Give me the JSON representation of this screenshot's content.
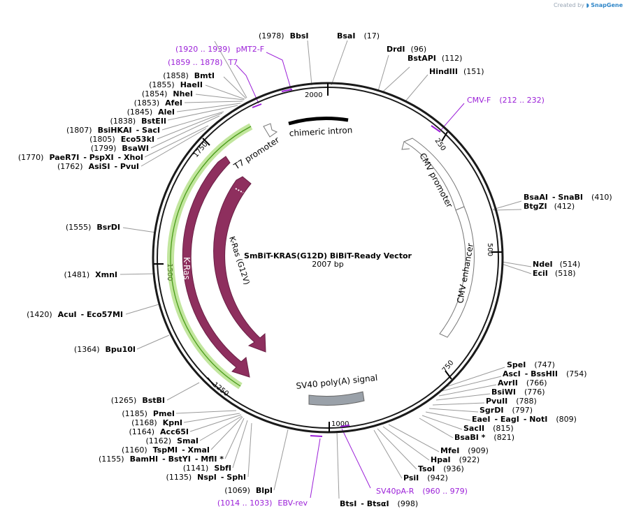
{
  "watermark": {
    "prefix": "Created by",
    "brand": "SnapGene"
  },
  "plasmid": {
    "name": "SmBiT-KRAS(G12D) BiBiT-Ready Vector",
    "length_text": "2007 bp",
    "length": 2007
  },
  "colors": {
    "backbone": "#1a1a1a",
    "kras_feature": "#8e2f5e",
    "k_ras_g12v": "#8e2f5e",
    "highlight": "#8fd14f",
    "primer": "#9b1fd8",
    "polyA": "#9aa1a9",
    "intron": "#000000"
  },
  "ticks": [
    "250",
    "500",
    "750",
    "1000",
    "1250",
    "1500",
    "1750",
    "2000"
  ],
  "features": [
    {
      "label": "chimeric intron",
      "type": "intron"
    },
    {
      "label": "T7 promoter",
      "type": "promoter"
    },
    {
      "label": "CMV promoter",
      "type": "promoter"
    },
    {
      "label": "CMV enhancer",
      "type": "enhancer"
    },
    {
      "label": "SV40 poly(A) signal",
      "type": "polyA_signal"
    },
    {
      "label": "K-Ras",
      "type": "CDS"
    },
    {
      "label": "K-Ras (G12V)",
      "type": "CDS"
    }
  ],
  "enzymes_left": [
    {
      "pos": "(1978)",
      "name": "BbsI"
    },
    {
      "pos": "(1858)",
      "name": "BmtI"
    },
    {
      "pos": "(1855)",
      "name": "HaeII"
    },
    {
      "pos": "(1854)",
      "name": "NheI"
    },
    {
      "pos": "(1853)",
      "name": "AfeI"
    },
    {
      "pos": "(1845)",
      "name": "AleI"
    },
    {
      "pos": "(1838)",
      "name": "BstEII"
    },
    {
      "pos": "(1807)",
      "name": "BsiHKAI",
      "extra": "SacI"
    },
    {
      "pos": "(1805)",
      "name": "Eco53kI"
    },
    {
      "pos": "(1799)",
      "name": "BsaWI"
    },
    {
      "pos": "(1770)",
      "name": "PaeR7I",
      "extra": "PspXI",
      "extra2": "XhoI"
    },
    {
      "pos": "(1762)",
      "name": "AsiSI",
      "extra": "PvuI"
    },
    {
      "pos": "(1555)",
      "name": "BsrDI"
    },
    {
      "pos": "(1481)",
      "name": "XmnI"
    },
    {
      "pos": "(1420)",
      "name": "AcuI",
      "extra": "Eco57MI"
    },
    {
      "pos": "(1364)",
      "name": "Bpu10I"
    },
    {
      "pos": "(1265)",
      "name": "BstBI"
    },
    {
      "pos": "(1185)",
      "name": "PmeI"
    },
    {
      "pos": "(1168)",
      "name": "KpnI"
    },
    {
      "pos": "(1164)",
      "name": "Acc65I"
    },
    {
      "pos": "(1162)",
      "name": "SmaI"
    },
    {
      "pos": "(1160)",
      "name": "TspMI",
      "extra": "XmaI"
    },
    {
      "pos": "(1155)",
      "name": "BamHI",
      "extra": "BstYI",
      "extra2": "MflI *"
    },
    {
      "pos": "(1141)",
      "name": "SbfI"
    },
    {
      "pos": "(1135)",
      "name": "NspI",
      "extra": "SphI"
    },
    {
      "pos": "(1069)",
      "name": "BlpI"
    }
  ],
  "enzymes_right": [
    {
      "name": "BsaI",
      "pos": "(17)"
    },
    {
      "name": "DrdI",
      "pos": "(96)"
    },
    {
      "name": "BstAPI",
      "pos": "(112)"
    },
    {
      "name": "HindIII",
      "pos": "(151)"
    },
    {
      "name": "BsaAI",
      "extra": "SnaBI",
      "pos": "(410)"
    },
    {
      "name": "BtgZI",
      "pos": "(412)"
    },
    {
      "name": "NdeI",
      "pos": "(514)"
    },
    {
      "name": "EciI",
      "pos": "(518)"
    },
    {
      "name": "SpeI",
      "pos": "(747)"
    },
    {
      "name": "AscI",
      "extra": "BssHII",
      "pos": "(754)"
    },
    {
      "name": "AvrII",
      "pos": "(766)"
    },
    {
      "name": "BsiWI",
      "pos": "(776)"
    },
    {
      "name": "PvuII",
      "pos": "(788)"
    },
    {
      "name": "SgrDI",
      "pos": "(797)"
    },
    {
      "name": "EaeI",
      "extra": "EagI",
      "extra2": "NotI",
      "pos": "(809)"
    },
    {
      "name": "SacII",
      "pos": "(815)"
    },
    {
      "name": "BsaBI *",
      "pos": "(821)"
    },
    {
      "name": "MfeI",
      "pos": "(909)"
    },
    {
      "name": "HpaI",
      "pos": "(922)"
    },
    {
      "name": "TsoI",
      "pos": "(936)"
    },
    {
      "name": "PsiI",
      "pos": "(942)"
    },
    {
      "name": "BtsI",
      "extra": "BtsαI",
      "pos": "(998)"
    }
  ],
  "primers": [
    {
      "range": "(1920 .. 1939)",
      "name": "pMT2-F"
    },
    {
      "range": "(1859 .. 1878)",
      "name": "T7"
    },
    {
      "name": "CMV-F",
      "range": "(212 .. 232)"
    },
    {
      "name": "SV40pA-R",
      "range": "(960 .. 979)"
    },
    {
      "range": "(1014 .. 1033)",
      "name": "EBV-rev"
    }
  ]
}
